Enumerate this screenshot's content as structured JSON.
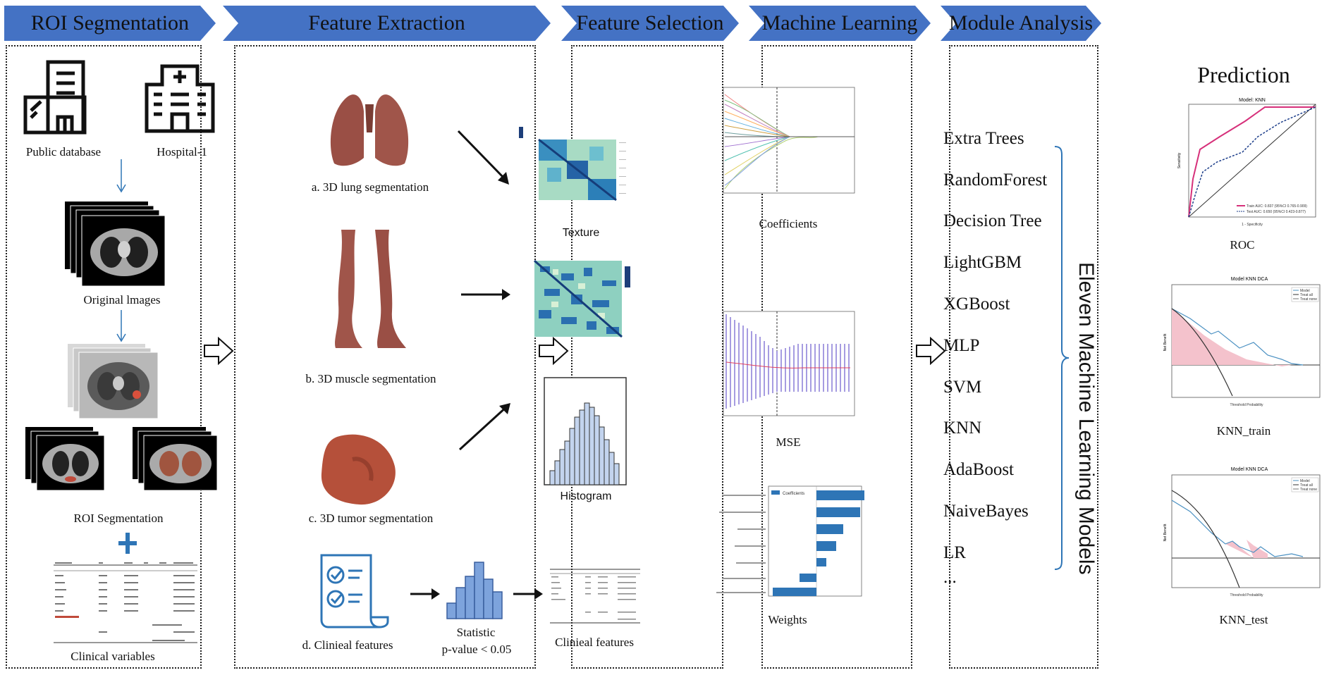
{
  "stages": [
    {
      "title": "ROI Segmentation"
    },
    {
      "title": "Feature Extraction"
    },
    {
      "title": "Feature Selection"
    },
    {
      "title": "Machine Learning"
    },
    {
      "title": "Module Analysis"
    }
  ],
  "roi": {
    "public_database": "Public database",
    "hospital": "Hospital-1",
    "original_images": "Original lmages",
    "roi_segmentation": "ROI Segmentation",
    "clinical_variables": "Clinical variables"
  },
  "extraction": {
    "lung": "a. 3D lung segmentation",
    "muscle": "b. 3D muscle segmentation",
    "tumor": "c. 3D tumor segmentation",
    "clinical": "d. Clinieal features",
    "texture": "Texture",
    "histogram": "Histogram",
    "statistic": "Statistic",
    "pvalue": "p-value < 0.05",
    "clinical_out": "Clinieal features"
  },
  "selection": {
    "coefficients": "Coefficients",
    "mse": "MSE",
    "weights": "Weights",
    "weights_legend": "Coefficients"
  },
  "ml": {
    "models": [
      "Extra Trees",
      "RandomForest",
      "Decision Tree",
      "LightGBM",
      "XGBoost",
      "MLP",
      "SVM",
      "KNN",
      "AdaBoost",
      "NaiveBayes",
      "LR",
      "..."
    ],
    "group_label": "Eleven Machine Learning Models"
  },
  "analysis": {
    "prediction": "Prediction",
    "roc_caption": "ROC",
    "train_caption": "KNN_train",
    "test_caption": "KNN_test",
    "roc_title": "Model: KNN",
    "dca_title": "Model KNN DCA",
    "dca_legend": [
      "Model",
      "Treat all",
      "Treat none"
    ],
    "roc_xlabel": "1 - Specificity",
    "roc_ylabel": "Sensitivity",
    "dca_xlabel": "Threshold Probability",
    "dca_ylabel": "Net Benefit",
    "roc_train_legend": "Train AUC: 0.837 (95%CI 0.765-0.909)",
    "roc_test_legend": "Test AUC: 0.650 (95%CI 0.423-0.877)"
  },
  "colors": {
    "banner": "#4472c4",
    "accent": "#2e75b6",
    "tumor": "#b5503a",
    "organ": "#a0554a",
    "pink": "#d6307a"
  }
}
